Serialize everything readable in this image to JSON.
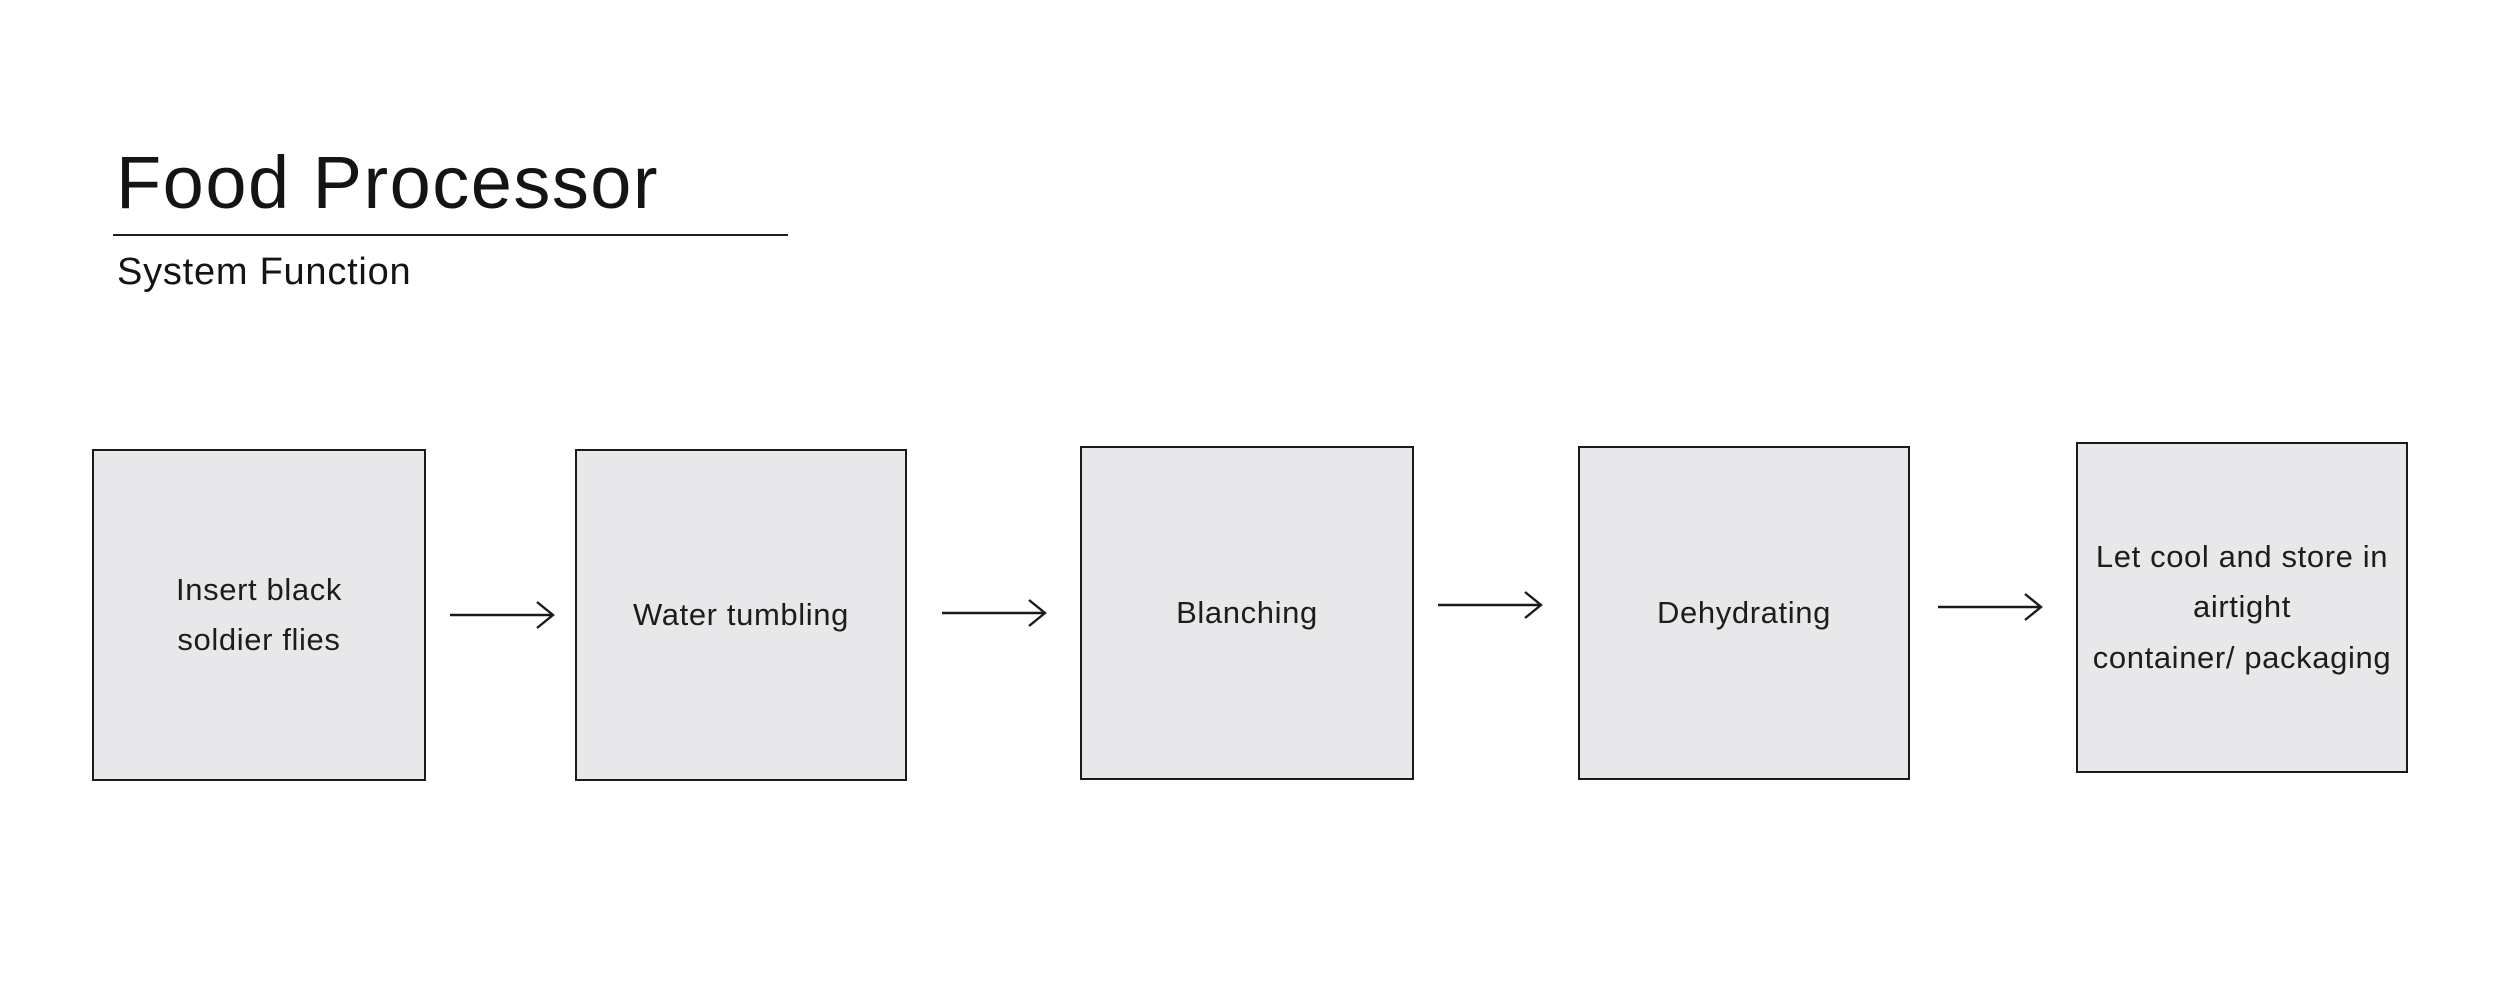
{
  "page": {
    "title": "Food Processor",
    "subtitle": "System Function",
    "background_color": "#ffffff",
    "box_fill_color": "#e8e8ea",
    "box_border_color": "#1a1a1a",
    "text_color": "#1a1a1a"
  },
  "flowchart": {
    "connector_style": "thin right arrow, open chevron head",
    "steps": [
      {
        "label": "Insert black soldier flies",
        "lines": [
          "Insert black",
          "soldier flies"
        ]
      },
      {
        "label": "Water tumbling",
        "lines": [
          "Water tumbling"
        ]
      },
      {
        "label": "Blanching",
        "lines": [
          "Blanching"
        ]
      },
      {
        "label": "Dehydrating",
        "lines": [
          "Dehydrating"
        ]
      },
      {
        "label": "Let cool and store in airtight container/ packaging",
        "lines": [
          "Let cool and store in",
          "airtight",
          "container/ packaging"
        ]
      }
    ]
  }
}
